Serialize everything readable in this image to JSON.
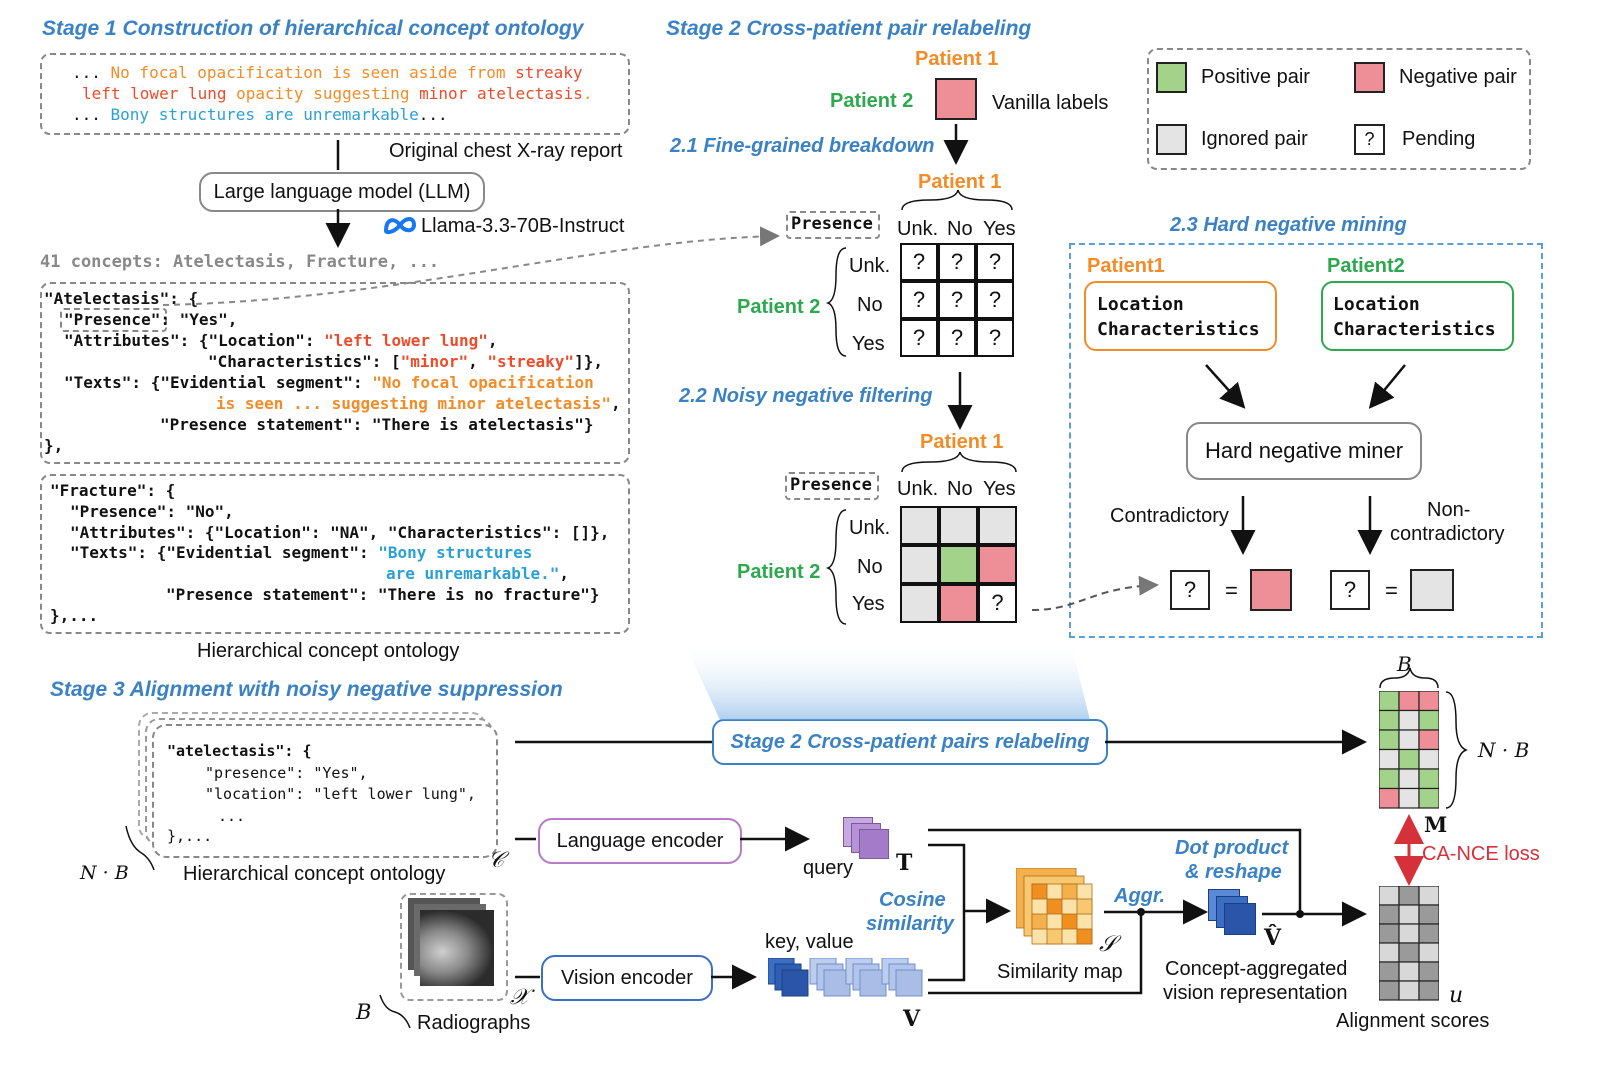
{
  "stage1": {
    "title": "Stage 1 Construction of hierarchical concept ontology",
    "report_line1_prefix": "... ",
    "report_line1_orange": "No focal opacification is seen aside from ",
    "report_line1_red": "streaky",
    "report_line2_red1": "left lower lung",
    "report_line2_orange": " opacity suggesting ",
    "report_line2_red2": "minor atelectasis",
    "report_line2_end": ".",
    "report_line3_prefix": "... ",
    "report_line3_blue": "Bony structures are unremarkable",
    "report_line3_end": "...",
    "report_caption": "Original chest X-ray report",
    "llm_label": "Large language model (LLM)",
    "llm_model": "Llama-3.3-70B-Instruct",
    "concepts_line": "41 concepts: Atelectasis, Fracture, ...",
    "ontology_caption": "Hierarchical concept ontology"
  },
  "json_block1": {
    "l1": "\"Atelectasis\": {",
    "l2a": "\"Presence\"",
    "l2b": ": \"Yes\",",
    "l3a": "\"Attributes\": {\"Location\": ",
    "l3b": "\"left lower lung\"",
    "l3c": ",",
    "l4a": "\"Characteristics\": [",
    "l4b": "\"minor\"",
    "l4c": ", ",
    "l4d": "\"streaky\"",
    "l4e": "]},",
    "l5a": "\"Texts\": {\"Evidential segment\": ",
    "l5b": "\"No focal opacification",
    "l6a": "is seen ... suggesting minor atelectasis\"",
    "l6b": ",",
    "l7": "\"Presence statement\": \"There is atelectasis\"}",
    "l8": "},"
  },
  "json_block2": {
    "l1": "\"Fracture\": {",
    "l2": "\"Presence\": \"No\",",
    "l3": "\"Attributes\": {\"Location\": \"NA\", \"Characteristics\": []},",
    "l4a": "\"Texts\": {\"Evidential segment\": ",
    "l4b": "\"Bony structures",
    "l5a": "are unremarkable.\"",
    "l5b": ",",
    "l6": "\"Presence statement\": \"There is no fracture\"}",
    "l7": "},..."
  },
  "stage2": {
    "title": "Stage 2  Cross-patient pair relabeling",
    "patient1": "Patient 1",
    "patient2": "Patient 2",
    "vanilla": "Vanilla labels",
    "sub1": "2.1 Fine-grained breakdown",
    "sub2": "2.2 Noisy negative filtering",
    "sub3": "2.3 Hard negative mining",
    "presence": "Presence",
    "cols": [
      "Unk.",
      "No",
      "Yes"
    ],
    "rows": [
      "Unk.",
      "No",
      "Yes"
    ],
    "q": "?",
    "legend": {
      "positive": "Positive pair",
      "negative": "Negative pair",
      "ignored": "Ignored pair",
      "pending": "Pending"
    },
    "hnm": {
      "p1": "Patient1",
      "p2": "Patient2",
      "attr1": "Location",
      "attr2": "Characteristics",
      "miner": "Hard negative miner",
      "contra": "Contradictory",
      "noncontra1": "Non-",
      "noncontra2": "contradictory",
      "eq": "="
    }
  },
  "stage3": {
    "title": "Stage 3  Alignment with noisy negative suppression",
    "code1": "\"atelectasis\": {",
    "code2": "\"presence\": \"Yes\",",
    "code3": "\"location\": \"left lower lung\",",
    "code4": "...",
    "code5": "},...",
    "nb": "N · B",
    "ontology": "Hierarchical concept ontology",
    "c_sym": "𝒞",
    "relabel": "Stage 2 Cross-patient pairs relabeling",
    "lang_enc": "Language encoder",
    "vis_enc": "Vision encoder",
    "query": "query",
    "T": "T",
    "keyvalue": "key, value",
    "V": "V",
    "cos1": "Cosine",
    "cos2": "similarity",
    "S": "𝒮",
    "simmap": "Similarity map",
    "aggr": "Aggr.",
    "dot1": "Dot product",
    "dot2": "& reshape",
    "Vhat": "V̂",
    "car1": "Concept-aggregated",
    "car2": "vision representation",
    "B_top": "B",
    "NB_right": "N · B",
    "M": "M",
    "loss": "CA-NCE loss",
    "u": "u",
    "align": "Alignment scores",
    "B_left": "B",
    "radiographs": "Radiographs",
    "X": "𝒳"
  },
  "colors": {
    "accent": "#3b82c4",
    "positive": "#a3d28a",
    "negative": "#ee8f98",
    "ignored": "#e4e4e4",
    "orange": "#f28c28",
    "green": "#2ea84f",
    "red_loss": "#d6303a"
  }
}
